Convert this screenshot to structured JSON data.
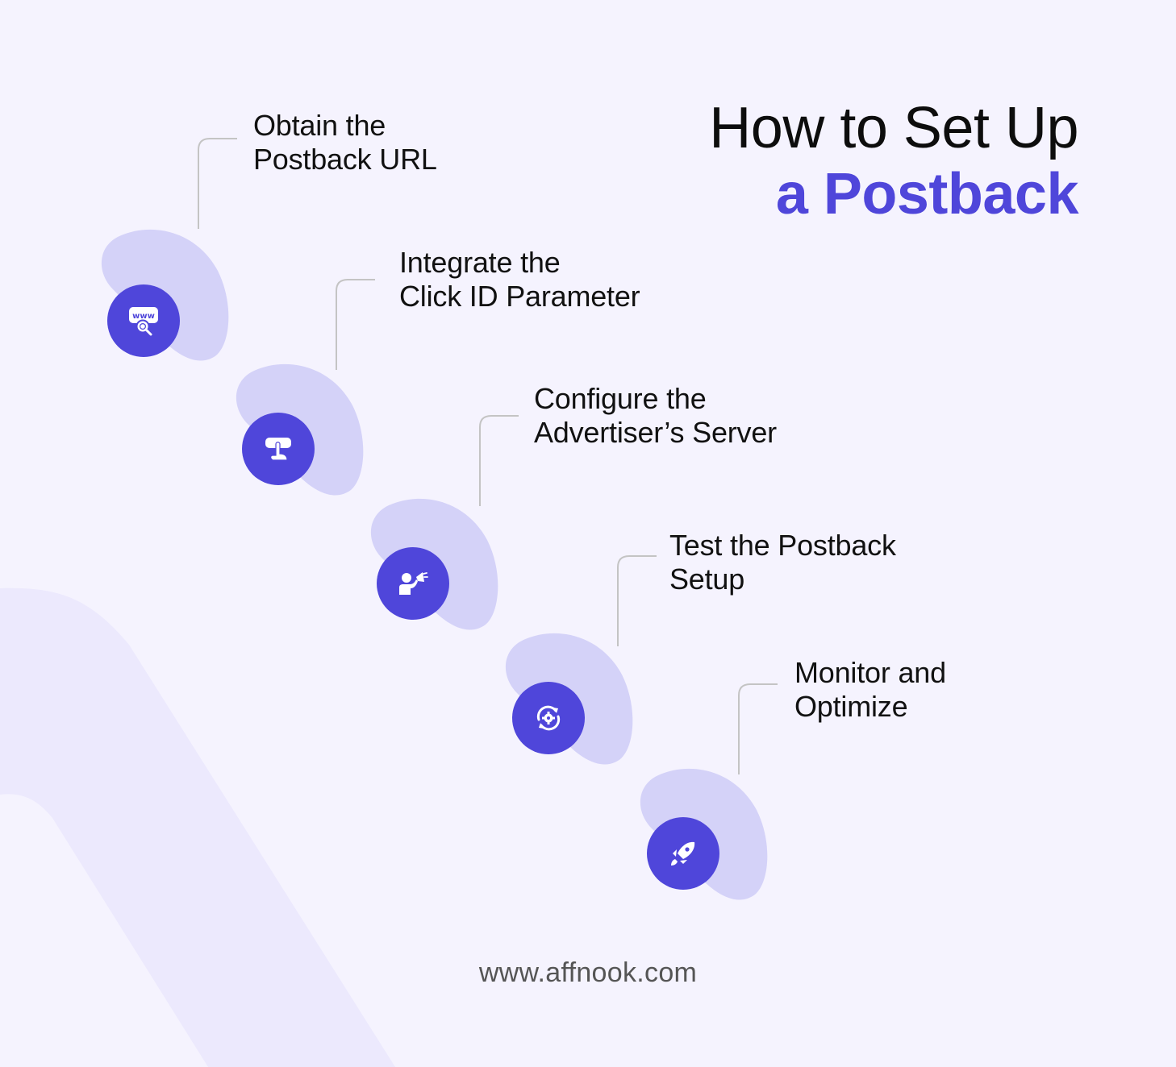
{
  "title": {
    "line1": "How to Set Up",
    "line2": "a Postback"
  },
  "colors": {
    "background": "#f5f3fe",
    "background_band": "#ece9fd",
    "accent": "#4f46da",
    "blob": "#d4d2f8",
    "connector": "#c4c4c4",
    "text": "#111111",
    "footer_text": "#555555"
  },
  "steps": [
    {
      "line1": "Obtain the",
      "line2": "Postback URL",
      "icon": "www-search-icon"
    },
    {
      "line1": "Integrate the",
      "line2": "Click ID Parameter",
      "icon": "click-pointer-icon"
    },
    {
      "line1": "Configure the",
      "line2": "Advertiser’s Server",
      "icon": "person-megaphone-icon"
    },
    {
      "line1": "Test the Postback",
      "line2": "Setup",
      "icon": "refresh-gear-icon"
    },
    {
      "line1": "Monitor and",
      "line2": "Optimize",
      "icon": "rocket-icon"
    }
  ],
  "footer": {
    "website": "www.affnook.com"
  }
}
